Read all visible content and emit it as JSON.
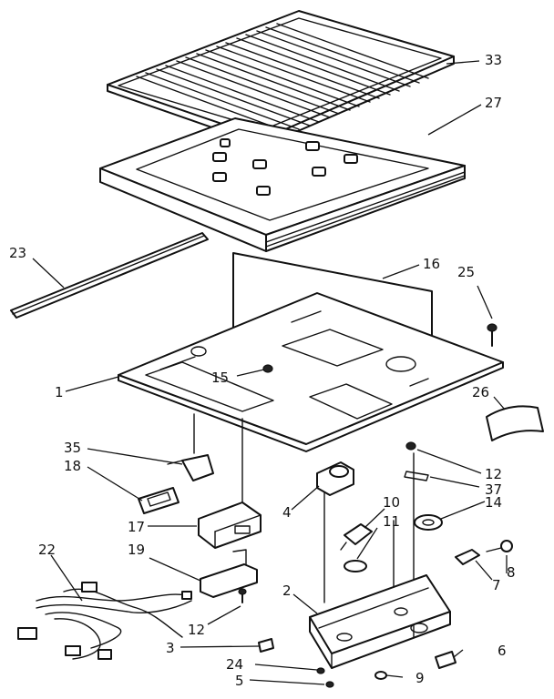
{
  "callouts": [
    {
      "key": "c33",
      "text": "33"
    },
    {
      "key": "c27",
      "text": "27"
    },
    {
      "key": "c23",
      "text": "23"
    },
    {
      "key": "c16",
      "text": "16"
    },
    {
      "key": "c25",
      "text": "25"
    },
    {
      "key": "c1",
      "text": "1"
    },
    {
      "key": "c15",
      "text": "15"
    },
    {
      "key": "c26",
      "text": "26"
    },
    {
      "key": "c35",
      "text": "35"
    },
    {
      "key": "c18",
      "text": "18"
    },
    {
      "key": "c4",
      "text": "4"
    },
    {
      "key": "c12a",
      "text": "12"
    },
    {
      "key": "c37",
      "text": "37"
    },
    {
      "key": "c10",
      "text": "10"
    },
    {
      "key": "c11",
      "text": "11"
    },
    {
      "key": "c14",
      "text": "14"
    },
    {
      "key": "c17",
      "text": "17"
    },
    {
      "key": "c22",
      "text": "22"
    },
    {
      "key": "c19",
      "text": "19"
    },
    {
      "key": "c7",
      "text": "7"
    },
    {
      "key": "c8",
      "text": "8"
    },
    {
      "key": "c2",
      "text": "2"
    },
    {
      "key": "c12b",
      "text": "12"
    },
    {
      "key": "c3",
      "text": "3"
    },
    {
      "key": "c6",
      "text": "6"
    },
    {
      "key": "c24",
      "text": "24"
    },
    {
      "key": "c5",
      "text": "5"
    },
    {
      "key": "c9",
      "text": "9"
    }
  ]
}
